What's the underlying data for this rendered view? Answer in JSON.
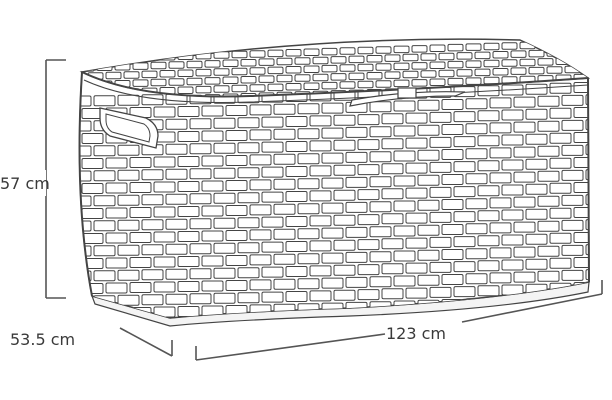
{
  "dimensions": {
    "height": "57 cm",
    "depth": "53.5 cm",
    "width": "123 cm"
  },
  "colors": {
    "line": "#444444",
    "dimension_line": "#555555",
    "text": "#3a3a3a",
    "background": "#ffffff"
  }
}
